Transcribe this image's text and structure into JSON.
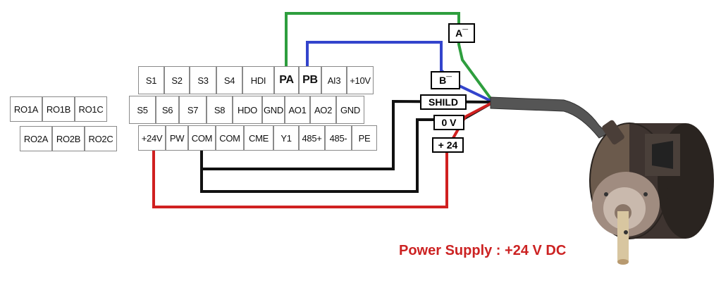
{
  "diagram": {
    "relay_terminals": {
      "row1": [
        "RO1A",
        "RO1B",
        "RO1C"
      ],
      "row2": [
        "RO2A",
        "RO2B",
        "RO2C"
      ]
    },
    "control_terminals": {
      "row1": [
        "S1",
        "S2",
        "S3",
        "S4",
        "HDI",
        "PA",
        "PB",
        "AI3",
        "+10V"
      ],
      "row2": [
        "S5",
        "S6",
        "S7",
        "S8",
        "HDO",
        "GND",
        "AO1",
        "AO2",
        "GND"
      ],
      "row3": [
        "+24V",
        "PW",
        "COM",
        "COM",
        "CME",
        "Y1",
        "485+",
        "485-",
        "PE"
      ]
    },
    "wire_labels": {
      "a_minus": "A¯",
      "b_minus": "B¯",
      "shield": "SHILD",
      "zero_v": "0 V",
      "plus_24": "+ 24"
    },
    "wire_colors": {
      "a": "#2e9e3e",
      "b": "#3344cc",
      "shield": "#111111",
      "zero_v": "#111111",
      "plus_24": "#d02020",
      "cable": "#555555"
    },
    "caption": "Power Supply : +24 V DC",
    "caption_color": "#cc2222"
  }
}
